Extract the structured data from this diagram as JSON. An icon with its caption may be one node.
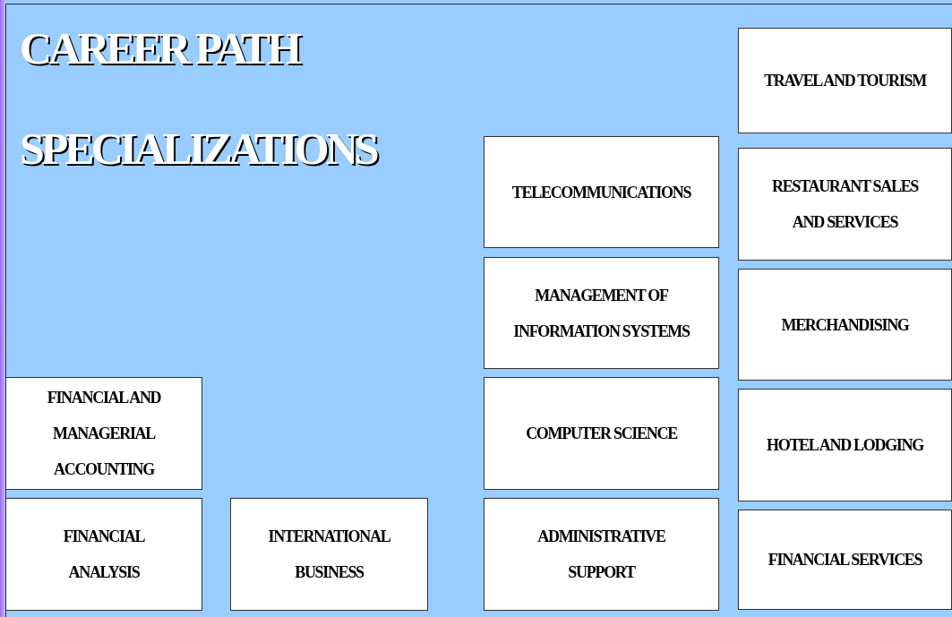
{
  "diagram": {
    "title": "CAREER PATH SPECIALIZATIONS",
    "nodes": [
      {
        "text": [
          "TRAVEL AND TOURISM"
        ]
      },
      {
        "text": [
          "TELECOMMUNICATIONS"
        ]
      },
      {
        "text": [
          "RESTAURANT SALES AND SERVICES"
        ]
      },
      {
        "text": [
          "MANAGEMENT OF INFORMATION SYSTEMS"
        ]
      },
      {
        "text": [
          "MERCHANDISING"
        ]
      },
      {
        "text": [
          "FINANCIAL AND MANAGERIAL ACCOUNTING"
        ]
      },
      {
        "text": [
          "COMPUTER SCIENCE"
        ]
      },
      {
        "text": [
          "HOTEL AND LODGING"
        ]
      },
      {
        "text": [
          "FINANCIAL ANALYSIS"
        ]
      },
      {
        "text": [
          "INTERNATIONAL BUSINESS"
        ]
      },
      {
        "text": [
          "ADMINISTRATIVE SUPPORT"
        ]
      },
      {
        "text": [
          "FINANCIAL SERVICES"
        ]
      }
    ],
    "edges": []
  }
}
